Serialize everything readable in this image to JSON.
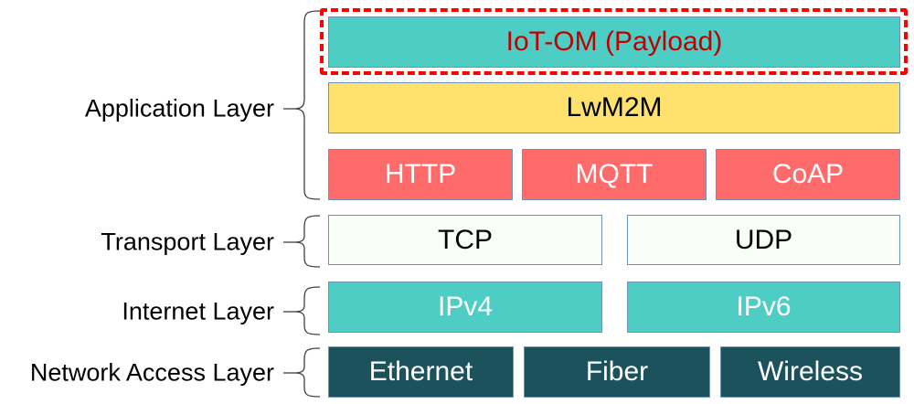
{
  "layers": [
    {
      "name": "Application Layer",
      "rows": [
        {
          "blocks": [
            {
              "label": "IoT-OM (Payload)",
              "highlighted": true
            }
          ]
        },
        {
          "blocks": [
            {
              "label": "LwM2M"
            }
          ]
        },
        {
          "blocks": [
            {
              "label": "HTTP"
            },
            {
              "label": "MQTT"
            },
            {
              "label": "CoAP"
            }
          ]
        }
      ]
    },
    {
      "name": "Transport Layer",
      "rows": [
        {
          "blocks": [
            {
              "label": "TCP"
            },
            {
              "label": "UDP"
            }
          ]
        }
      ]
    },
    {
      "name": "Internet Layer",
      "rows": [
        {
          "blocks": [
            {
              "label": "IPv4"
            },
            {
              "label": "IPv6"
            }
          ]
        }
      ]
    },
    {
      "name": "Network Access Layer",
      "rows": [
        {
          "blocks": [
            {
              "label": "Ethernet"
            },
            {
              "label": "Fiber"
            },
            {
              "label": "Wireless"
            }
          ]
        }
      ]
    }
  ],
  "colors": {
    "payload_fill": "#4ecdc4",
    "payload_text": "#c00000",
    "highlight_outline": "#ff0000",
    "lwm2m_fill": "#ffe26e",
    "app_protocol_fill": "#ff6b6b",
    "transport_fill": "#f7fff7",
    "internet_fill": "#4ecdc4",
    "network_access_fill": "#1b525c"
  }
}
